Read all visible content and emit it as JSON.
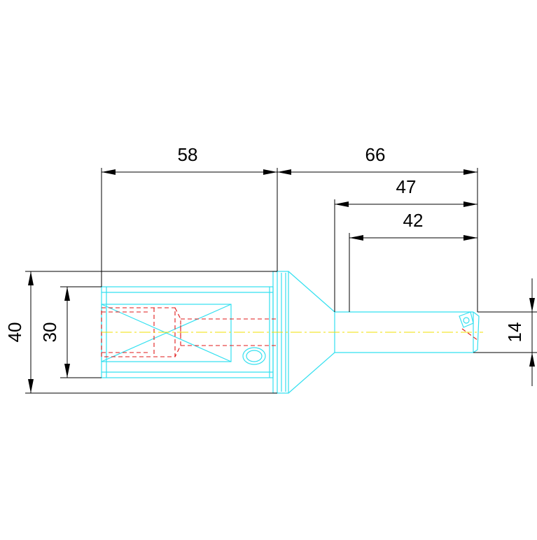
{
  "colors": {
    "background": "#ffffff",
    "part_outline": "#33e0f0",
    "hidden_lines": "#e01818",
    "center_line": "#f0e000",
    "dimension": "#000000"
  },
  "dimensions": {
    "shank_length": "58",
    "overall_length": "66",
    "neck_length": "47",
    "flute_length": "42",
    "flange_diameter": "40",
    "shank_diameter": "30",
    "drill_diameter": "14"
  }
}
